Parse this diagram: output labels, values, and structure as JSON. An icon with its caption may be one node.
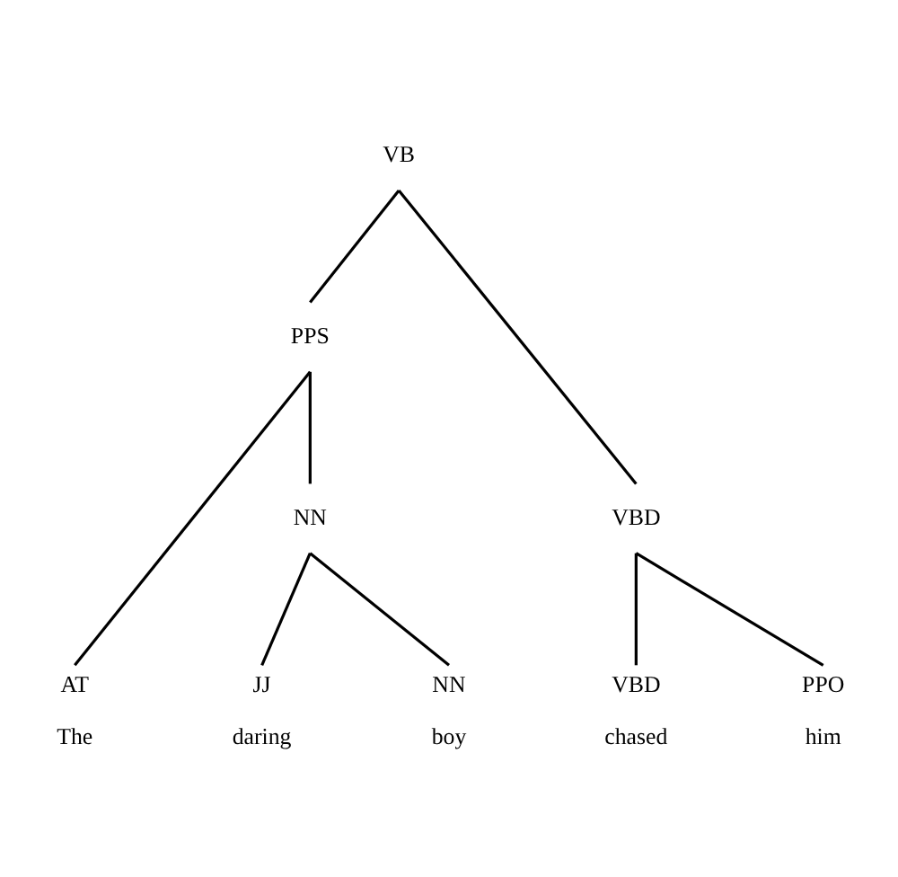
{
  "diagram": {
    "nodes": [
      {
        "text": [
          "VB"
        ]
      },
      {
        "text": [
          "PPS"
        ]
      },
      {
        "text": [
          "VBD"
        ]
      },
      {
        "text": [
          "NN"
        ]
      },
      {
        "text": [
          "AT"
        ],
        "beside": [
          "The"
        ]
      },
      {
        "text": [
          "JJ"
        ],
        "beside": [
          "daring"
        ]
      },
      {
        "text": [
          "NN"
        ],
        "beside": [
          "boy"
        ]
      },
      {
        "text": [
          "VBD"
        ],
        "beside": [
          "chased"
        ]
      },
      {
        "text": [
          "PPO"
        ],
        "beside": [
          "him"
        ]
      }
    ],
    "edges": [
      {
        "from": 0,
        "to": 1,
        "arrow": "none"
      },
      {
        "from": 0,
        "to": 2,
        "arrow": "none"
      },
      {
        "from": 1,
        "to": 4,
        "arrow": "none"
      },
      {
        "from": 1,
        "to": 3,
        "arrow": "none"
      },
      {
        "from": 3,
        "to": 5,
        "arrow": "none"
      },
      {
        "from": 3,
        "to": 6,
        "arrow": "none"
      },
      {
        "from": 2,
        "to": 7,
        "arrow": "none"
      },
      {
        "from": 2,
        "to": 8,
        "arrow": "none"
      }
    ]
  }
}
